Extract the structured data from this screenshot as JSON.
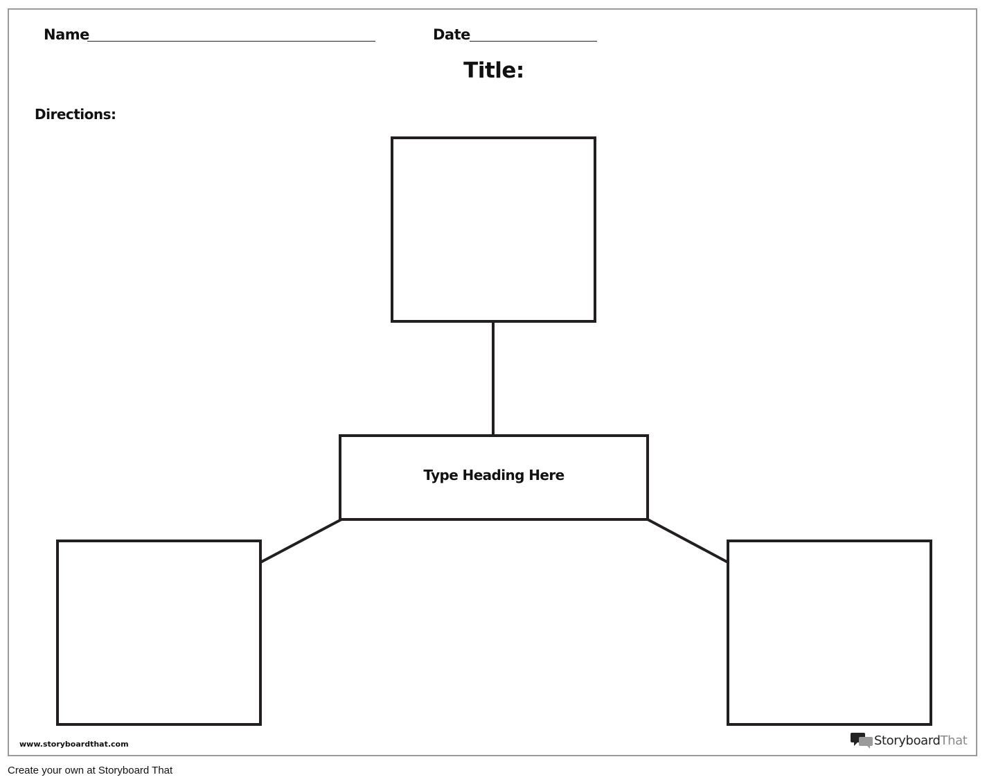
{
  "worksheet": {
    "name_label": "Name",
    "date_label": "Date",
    "title_label": "Title:",
    "directions_label": "Directions:",
    "heading_placeholder": "Type Heading Here",
    "site_url": "www.storyboardthat.com",
    "brand_part1": "Storyboard",
    "brand_part2": "That",
    "logo_icon": "speech-bubbles-icon"
  },
  "footer": {
    "text": "Create your own at Storyboard That"
  },
  "colors": {
    "stroke": "#231f20",
    "border": "#9a9a9a",
    "brand_gray": "#8a8a8a"
  }
}
